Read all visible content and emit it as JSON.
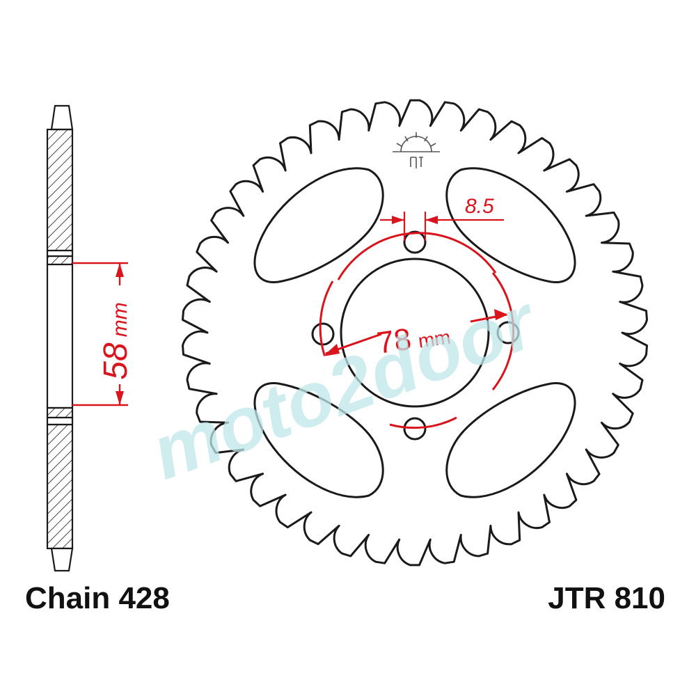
{
  "captions": {
    "chain": "Chain 428",
    "part_number": "JTR 810"
  },
  "dimensions": {
    "hub_width_number": "58",
    "hub_width_unit": "mm",
    "bolt_circle_number": "78",
    "bolt_circle_unit": "mm",
    "bolt_hole": "8.5"
  },
  "sprocket": {
    "teeth": 42,
    "bolt_holes": 4,
    "lightening_holes": 4
  },
  "watermark": {
    "text": "moto2door"
  },
  "colors": {
    "outline": "#1a1a1a",
    "dimension": "#d9141c",
    "watermark": "#bfe6ea"
  },
  "icons": {
    "logo": "jt-sunrise-logo-icon"
  }
}
